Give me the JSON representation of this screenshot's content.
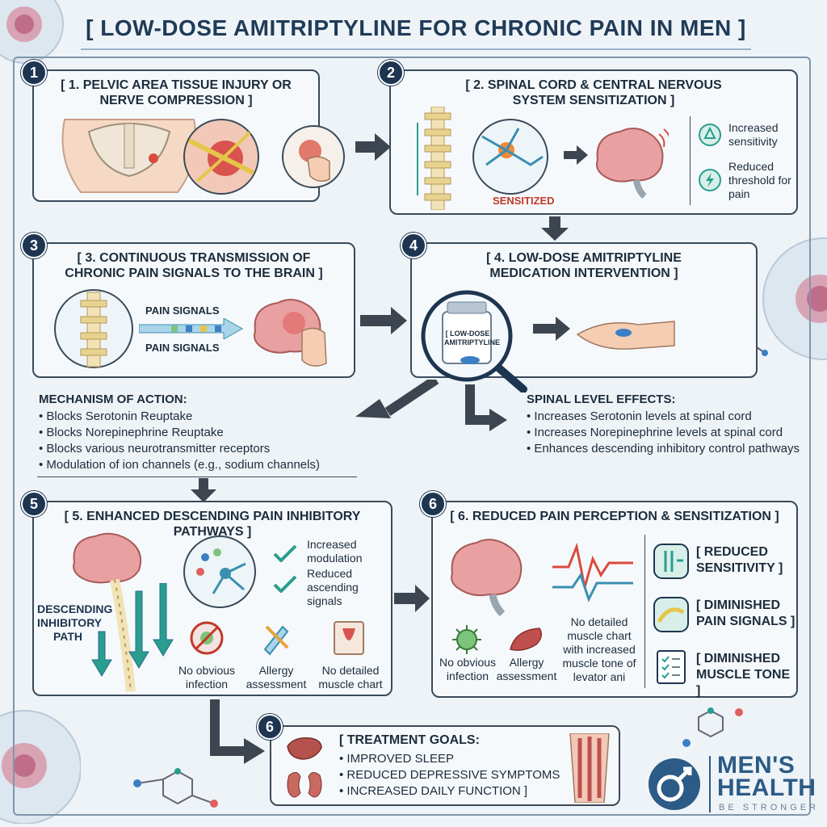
{
  "header": {
    "title": "[ LOW-DOSE AMITRIPTYLINE FOR CHRONIC PAIN IN MEN ]"
  },
  "steps": [
    {
      "badge": "1",
      "title": "[ 1. PELVIC AREA TISSUE INJURY OR NERVE COMPRESSION ]"
    },
    {
      "badge": "2",
      "title": "[ 2. SPINAL CORD & CENTRAL NERVOUS SYSTEM SENSITIZATION ]",
      "sensitized_label": "SENSITIZED",
      "effects": [
        "Increased sensitivity",
        "Reduced threshold for pain"
      ]
    },
    {
      "badge": "3",
      "title": "[ 3. CONTINUOUS TRANSMISSION OF CHRONIC PAIN SIGNALS TO THE BRAIN ]",
      "signal_label_top": "PAIN SIGNALS",
      "signal_label_bottom": "PAIN SIGNALS"
    },
    {
      "badge": "4",
      "title": "[ 4. LOW-DOSE AMITRIPTYLINE MEDICATION INTERVENTION ]",
      "bottle_label": "[ LOW-DOSE AMITRIPTYLINE"
    },
    {
      "badge": "5",
      "title": "[ 5. ENHANCED DESCENDING PAIN INHIBITORY PATHWAYS ]",
      "path_label": "DESCENDING INHIBITORY PATH",
      "effects": [
        "Increased modulation",
        "Reduced ascending signals"
      ],
      "icons": [
        "No obvious infection",
        "Allergy assessment",
        "No detailed muscle chart"
      ]
    },
    {
      "badge": "6",
      "title": "[ 6. REDUCED PAIN PERCEPTION & SENSITIZATION ]",
      "icons": [
        "No obvious infection",
        "Allergy assessment",
        "No detailed muscle chart with increased muscle tone of levator ani"
      ],
      "outcomes": [
        "[ REDUCED SENSITIVITY ]",
        "[ DIMINISHED PAIN SIGNALS ]",
        "[ DIMINISHED MUSCLE TONE ]"
      ]
    },
    {
      "badge": "6",
      "title": "[ TREATMENT GOALS:",
      "goals": [
        "IMPROVED SLEEP",
        "REDUCED DEPRESSIVE SYMPTOMS",
        "INCREASED DAILY FUNCTION ]"
      ]
    }
  ],
  "mechanism": {
    "heading": "MECHANISM OF ACTION:",
    "items": [
      "Blocks Serotonin Reuptake",
      "Blocks Norepinephrine Reuptake",
      "Blocks various neurotransmitter receptors",
      "Modulation of ion channels (e.g., sodium channels)"
    ]
  },
  "spinal_effects": {
    "heading": "SPINAL LEVEL EFFECTS:",
    "items": [
      "Increases Serotonin levels at spinal cord",
      "Increases Norepinephrine levels at spinal cord",
      "Enhances descending inhibitory control pathways"
    ]
  },
  "brand": {
    "name_line1": "MEN'S",
    "name_line2": "HEALTH",
    "tagline": "BE STRONGER"
  },
  "colors": {
    "panel_border": "#3a4a5a",
    "badge": "#1d3550",
    "arrow": "#3d4650",
    "accent_blue": "#2b5b86",
    "pain_red": "#c0392b",
    "teal": "#2a9d8f"
  }
}
